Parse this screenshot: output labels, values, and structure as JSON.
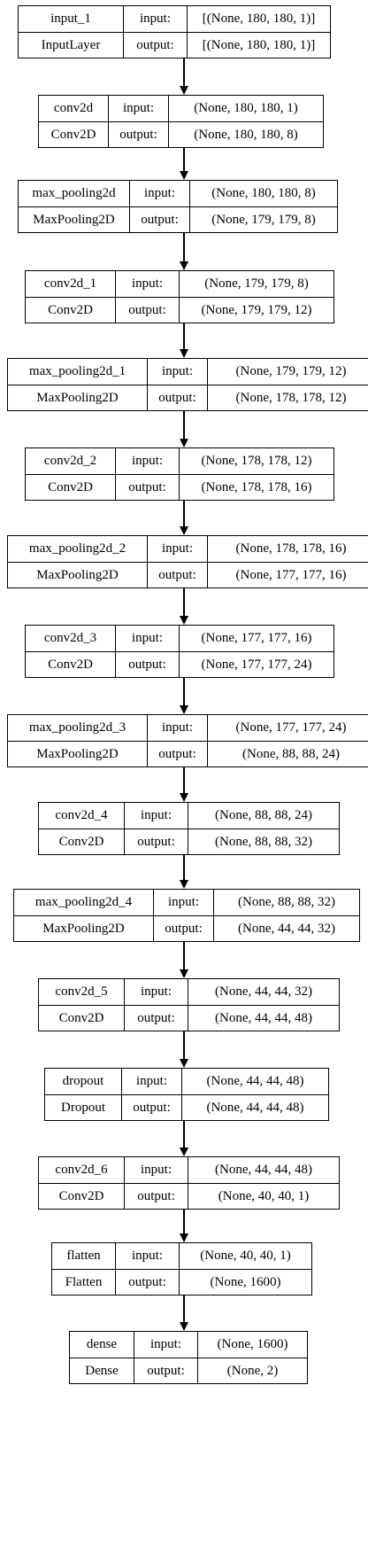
{
  "layers": [
    {
      "name": "input_1",
      "type": "InputLayer",
      "input_label": "input:",
      "output_label": "output:",
      "input_shape": "[(None, 180, 180, 1)]",
      "output_shape": "[(None, 180, 180, 1)]"
    },
    {
      "name": "conv2d",
      "type": "Conv2D",
      "input_label": "input:",
      "output_label": "output:",
      "input_shape": "(None, 180, 180, 1)",
      "output_shape": "(None, 180, 180, 8)"
    },
    {
      "name": "max_pooling2d",
      "type": "MaxPooling2D",
      "input_label": "input:",
      "output_label": "output:",
      "input_shape": "(None, 180, 180, 8)",
      "output_shape": "(None, 179, 179, 8)"
    },
    {
      "name": "conv2d_1",
      "type": "Conv2D",
      "input_label": "input:",
      "output_label": "output:",
      "input_shape": "(None, 179, 179, 8)",
      "output_shape": "(None, 179, 179, 12)"
    },
    {
      "name": "max_pooling2d_1",
      "type": "MaxPooling2D",
      "input_label": "input:",
      "output_label": "output:",
      "input_shape": "(None, 179, 179, 12)",
      "output_shape": "(None, 178, 178, 12)"
    },
    {
      "name": "conv2d_2",
      "type": "Conv2D",
      "input_label": "input:",
      "output_label": "output:",
      "input_shape": "(None, 178, 178, 12)",
      "output_shape": "(None, 178, 178, 16)"
    },
    {
      "name": "max_pooling2d_2",
      "type": "MaxPooling2D",
      "input_label": "input:",
      "output_label": "output:",
      "input_shape": "(None, 178, 178, 16)",
      "output_shape": "(None, 177, 177, 16)"
    },
    {
      "name": "conv2d_3",
      "type": "Conv2D",
      "input_label": "input:",
      "output_label": "output:",
      "input_shape": "(None, 177, 177, 16)",
      "output_shape": "(None, 177, 177, 24)"
    },
    {
      "name": "max_pooling2d_3",
      "type": "MaxPooling2D",
      "input_label": "input:",
      "output_label": "output:",
      "input_shape": "(None, 177, 177, 24)",
      "output_shape": "(None, 88, 88, 24)"
    },
    {
      "name": "conv2d_4",
      "type": "Conv2D",
      "input_label": "input:",
      "output_label": "output:",
      "input_shape": "(None, 88, 88, 24)",
      "output_shape": "(None, 88, 88, 32)"
    },
    {
      "name": "max_pooling2d_4",
      "type": "MaxPooling2D",
      "input_label": "input:",
      "output_label": "output:",
      "input_shape": "(None, 88, 88, 32)",
      "output_shape": "(None, 44, 44, 32)"
    },
    {
      "name": "conv2d_5",
      "type": "Conv2D",
      "input_label": "input:",
      "output_label": "output:",
      "input_shape": "(None, 44, 44, 32)",
      "output_shape": "(None, 44, 44, 48)"
    },
    {
      "name": "dropout",
      "type": "Dropout",
      "input_label": "input:",
      "output_label": "output:",
      "input_shape": "(None, 44, 44, 48)",
      "output_shape": "(None, 44, 44, 48)"
    },
    {
      "name": "conv2d_6",
      "type": "Conv2D",
      "input_label": "input:",
      "output_label": "output:",
      "input_shape": "(None, 44, 44, 48)",
      "output_shape": "(None, 40, 40, 1)"
    },
    {
      "name": "flatten",
      "type": "Flatten",
      "input_label": "input:",
      "output_label": "output:",
      "input_shape": "(None, 40, 40, 1)",
      "output_shape": "(None, 1600)"
    },
    {
      "name": "dense",
      "type": "Dense",
      "input_label": "input:",
      "output_label": "output:",
      "input_shape": "(None, 1600)",
      "output_shape": "(None, 2)"
    }
  ]
}
